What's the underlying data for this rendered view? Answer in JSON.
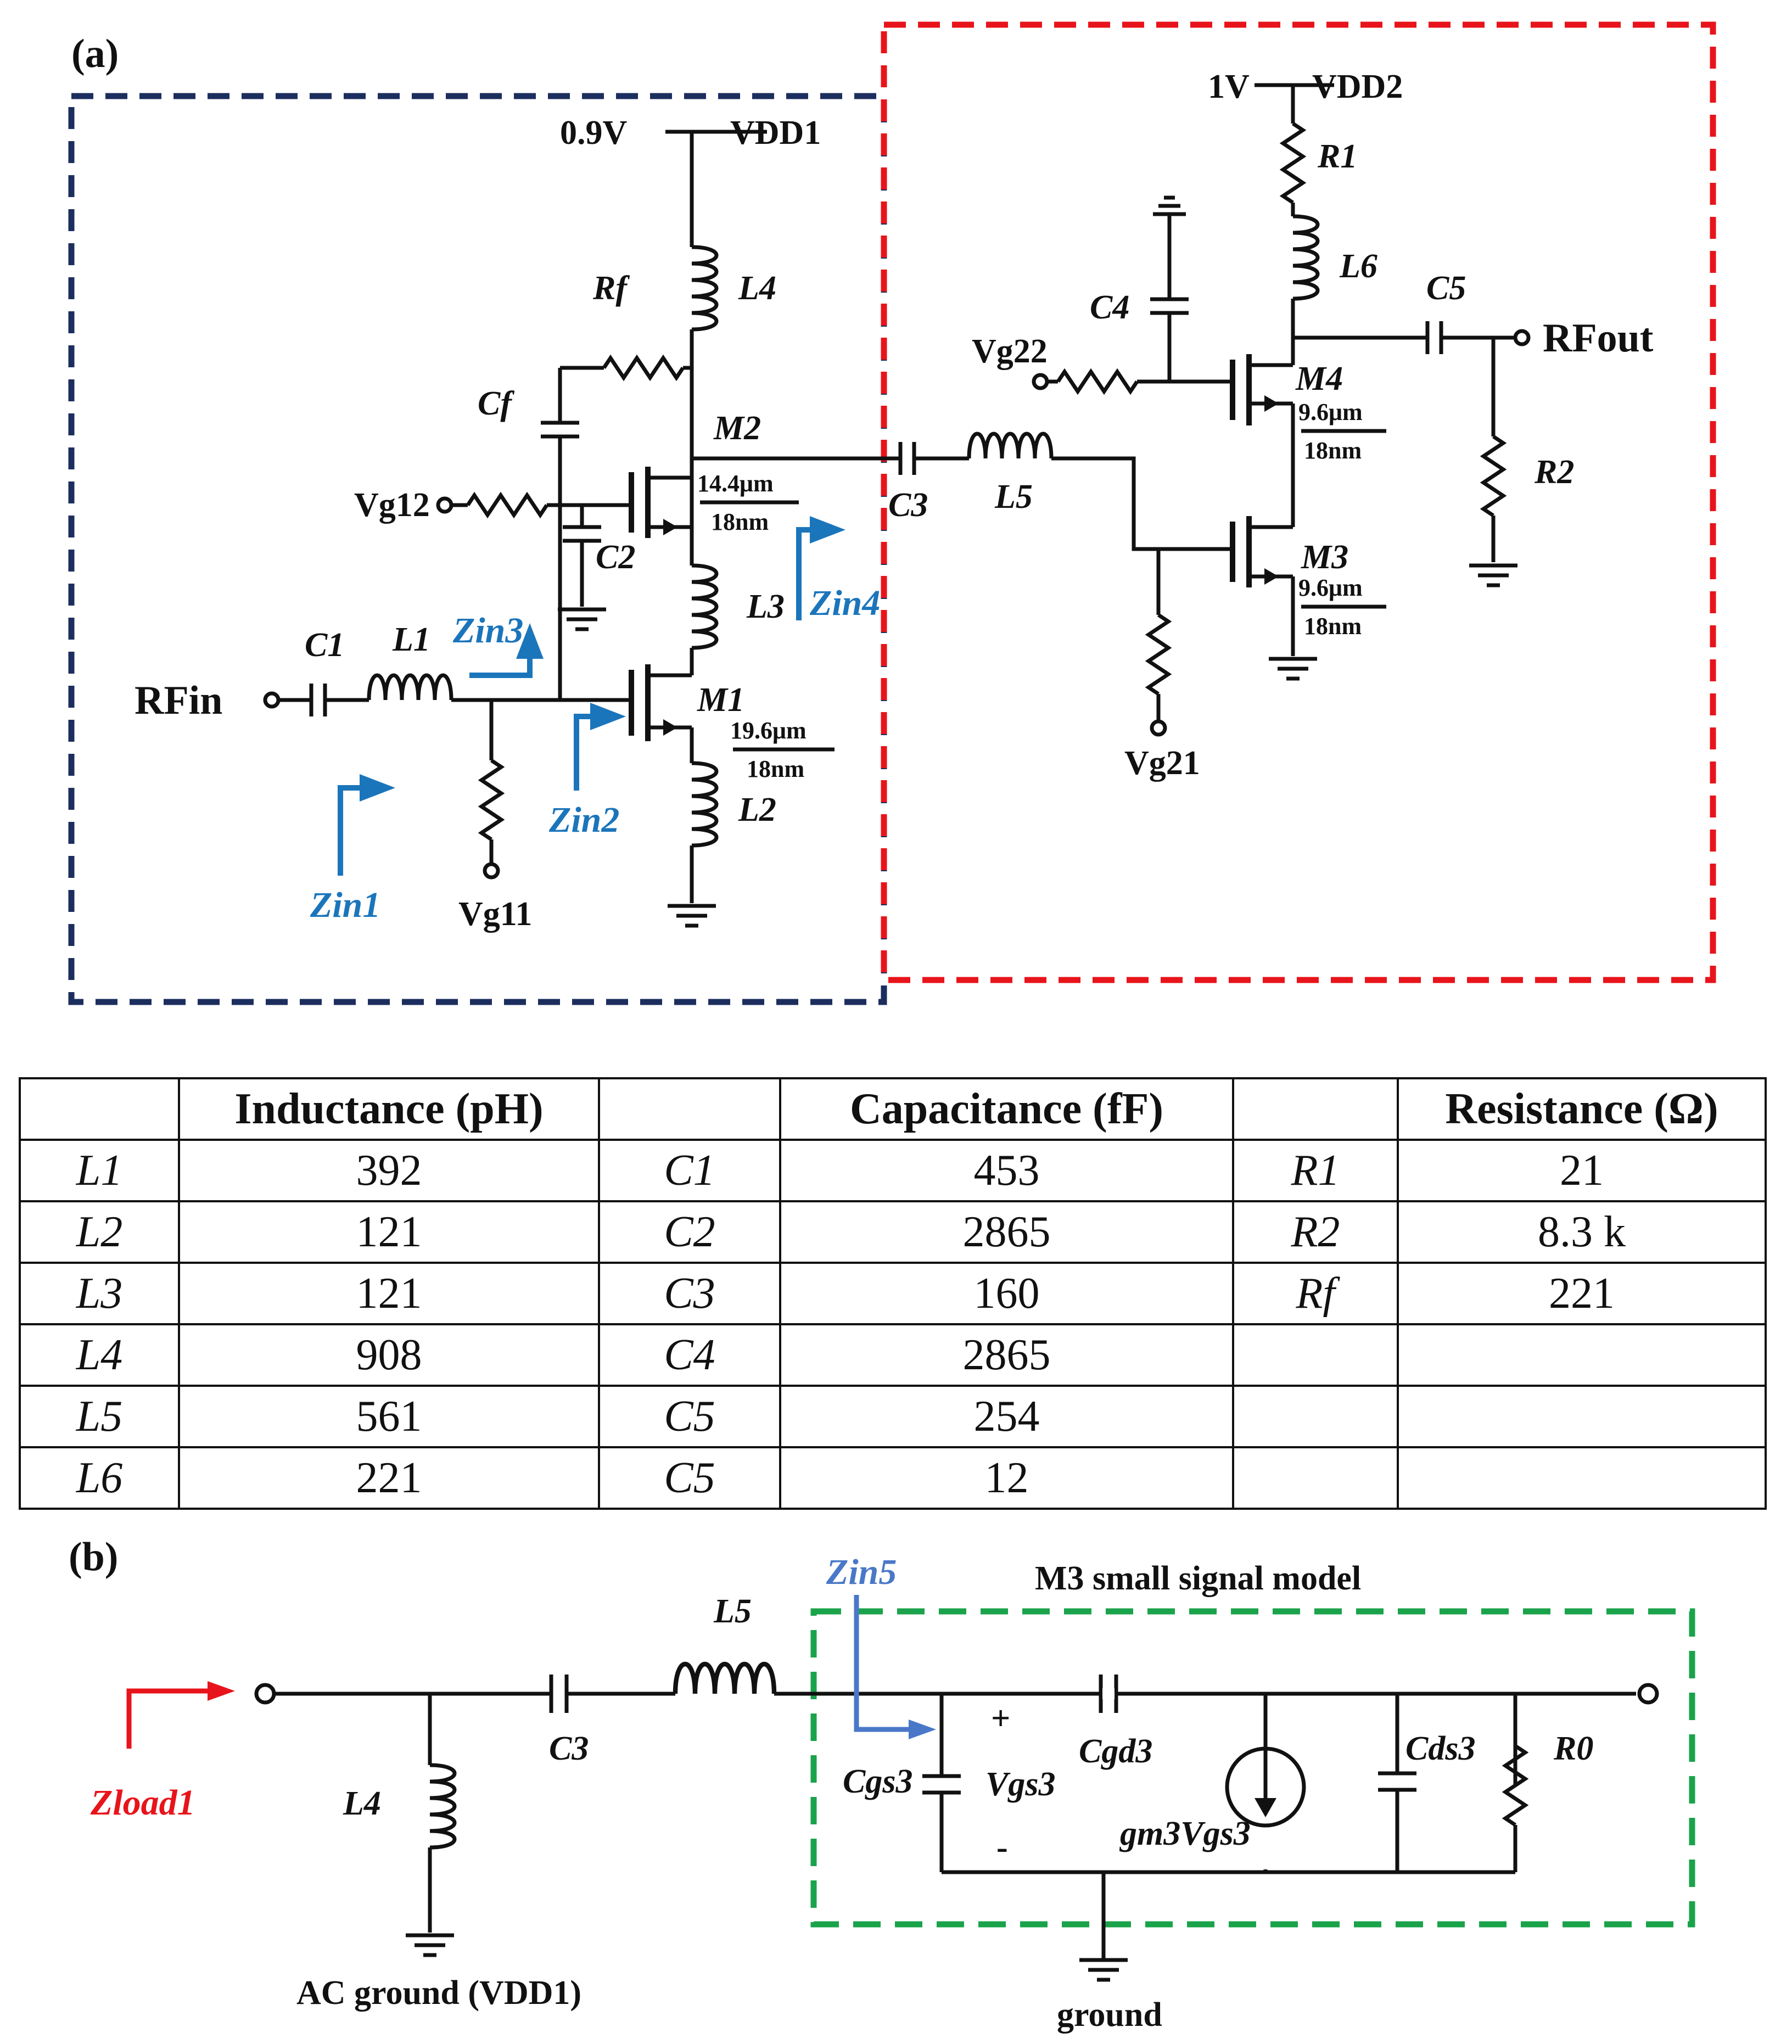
{
  "panel_a": {
    "label": "(a)",
    "supplies": {
      "v1": "0.9V",
      "vdd1": "VDD1",
      "v2": "1V",
      "vdd2": "VDD2"
    },
    "ports": {
      "rfin": "RFin",
      "rfout": "RFout"
    },
    "components": {
      "c1": "C1",
      "l1": "L1",
      "cf": "Cf",
      "rf": "Rf",
      "l4": "L4",
      "m2": "M2",
      "c2": "C2",
      "l3": "L3",
      "m1": "M1",
      "l2": "L2",
      "c3": "C3",
      "l5": "L5",
      "c4": "C4",
      "r1": "R1",
      "l6": "L6",
      "c5": "C5",
      "m4": "M4",
      "m3": "M3",
      "r2": "R2"
    },
    "gates": {
      "vg11": "Vg11",
      "vg12": "Vg12",
      "vg21": "Vg21",
      "vg22": "Vg22"
    },
    "sizes": {
      "m1_w": "19.6μm",
      "m1_l": "18nm",
      "m2_w": "14.4μm",
      "m2_l": "18nm",
      "m3_w": "9.6μm",
      "m3_l": "18nm",
      "m4_w": "9.6μm",
      "m4_l": "18nm"
    },
    "impedances": {
      "zin1": "Zin1",
      "zin2": "Zin2",
      "zin3": "Zin3",
      "zin4": "Zin4"
    },
    "colors": {
      "stage1_box": "#1c2e5e",
      "stage2_box": "#e8141b",
      "arrow": "#1b75bb"
    }
  },
  "table": {
    "headers": [
      "",
      "Inductance (pH)",
      "",
      "Capacitance (fF)",
      "",
      "Resistance (Ω)"
    ],
    "rows": [
      [
        "L1",
        "392",
        "C1",
        "453",
        "R1",
        "21"
      ],
      [
        "L2",
        "121",
        "C2",
        "2865",
        "R2",
        "8.3 k"
      ],
      [
        "L3",
        "121",
        "C3",
        "160",
        "Rf",
        "221"
      ],
      [
        "L4",
        "908",
        "C4",
        "2865",
        "",
        ""
      ],
      [
        "L5",
        "561",
        "C5",
        "254",
        "",
        ""
      ],
      [
        "L6",
        "221",
        "C5",
        "12",
        "",
        ""
      ]
    ]
  },
  "panel_b": {
    "label": "(b)",
    "zload": "Zload1",
    "zin5": "Zin5",
    "l4": "L4",
    "c3": "C3",
    "l5": "L5",
    "model_title": "M3 small signal model",
    "cgs3": "Cgs3",
    "vgs3": "Vgs3",
    "plus": "+",
    "minus": "-",
    "cgd3": "Cgd3",
    "gm": "gm3Vgs3",
    "cds3": "Cds3",
    "r0": "R0",
    "ac_ground": "AC ground (VDD1)",
    "ground": "ground",
    "colors": {
      "model_box": "#1aa34a",
      "zload_arrow": "#e8141b",
      "zin5_arrow": "#4a78c8"
    }
  }
}
